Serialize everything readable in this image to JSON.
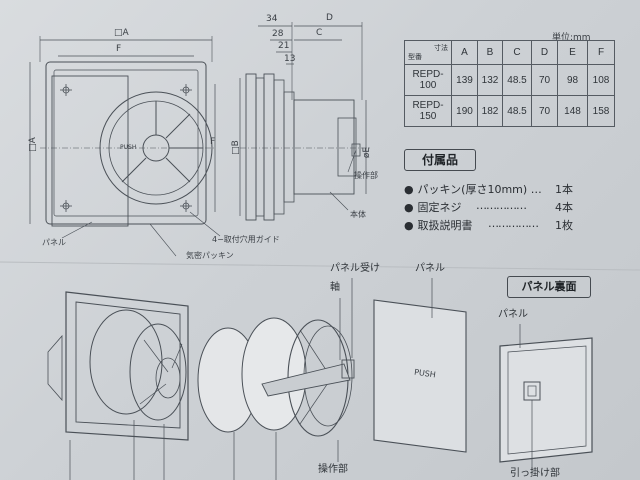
{
  "drawing": {
    "dim_a": "□A",
    "dim_f_top": "F",
    "dim_a_side": "□A",
    "dim_f_side": "F",
    "dim_34": "34",
    "dim_28": "28",
    "dim_21": "21",
    "dim_13": "13",
    "dim_d": "D",
    "dim_c": "C",
    "dim_b": "□B",
    "dim_e": "øE",
    "push_small": "PUSH",
    "label_panel": "パネル",
    "label_mount_guide": "4−取付穴用ガイド",
    "label_seal": "気密パッキン",
    "label_operation": "操作部",
    "label_body": "本体"
  },
  "spec_table": {
    "unit": "単位:mm",
    "corner_top": "寸法",
    "corner_bottom": "型番",
    "headers": [
      "A",
      "B",
      "C",
      "D",
      "E",
      "F"
    ],
    "rows": [
      {
        "model": "REPD-100",
        "values": [
          "139",
          "132",
          "48.5",
          "70",
          "98",
          "108"
        ]
      },
      {
        "model": "REPD-150",
        "values": [
          "190",
          "182",
          "48.5",
          "70",
          "148",
          "158"
        ]
      }
    ]
  },
  "accessories": {
    "title": "付属品",
    "items": [
      {
        "name": "パッキン(厚さ10mm)",
        "dots": "…",
        "qty": "1本"
      },
      {
        "name": "固定ネジ",
        "dots": "……………",
        "qty": "4本"
      },
      {
        "name": "取扱説明書",
        "dots": "……………",
        "qty": "1枚"
      }
    ]
  },
  "exploded": {
    "label_panel_receiver": "パネル受け",
    "label_axis": "軸",
    "label_panel": "パネル",
    "label_operation": "操作部",
    "push": "PUSH"
  },
  "panel_back": {
    "title": "パネル裏面",
    "label_panel": "パネル",
    "label_hook": "引っ掛け部"
  }
}
